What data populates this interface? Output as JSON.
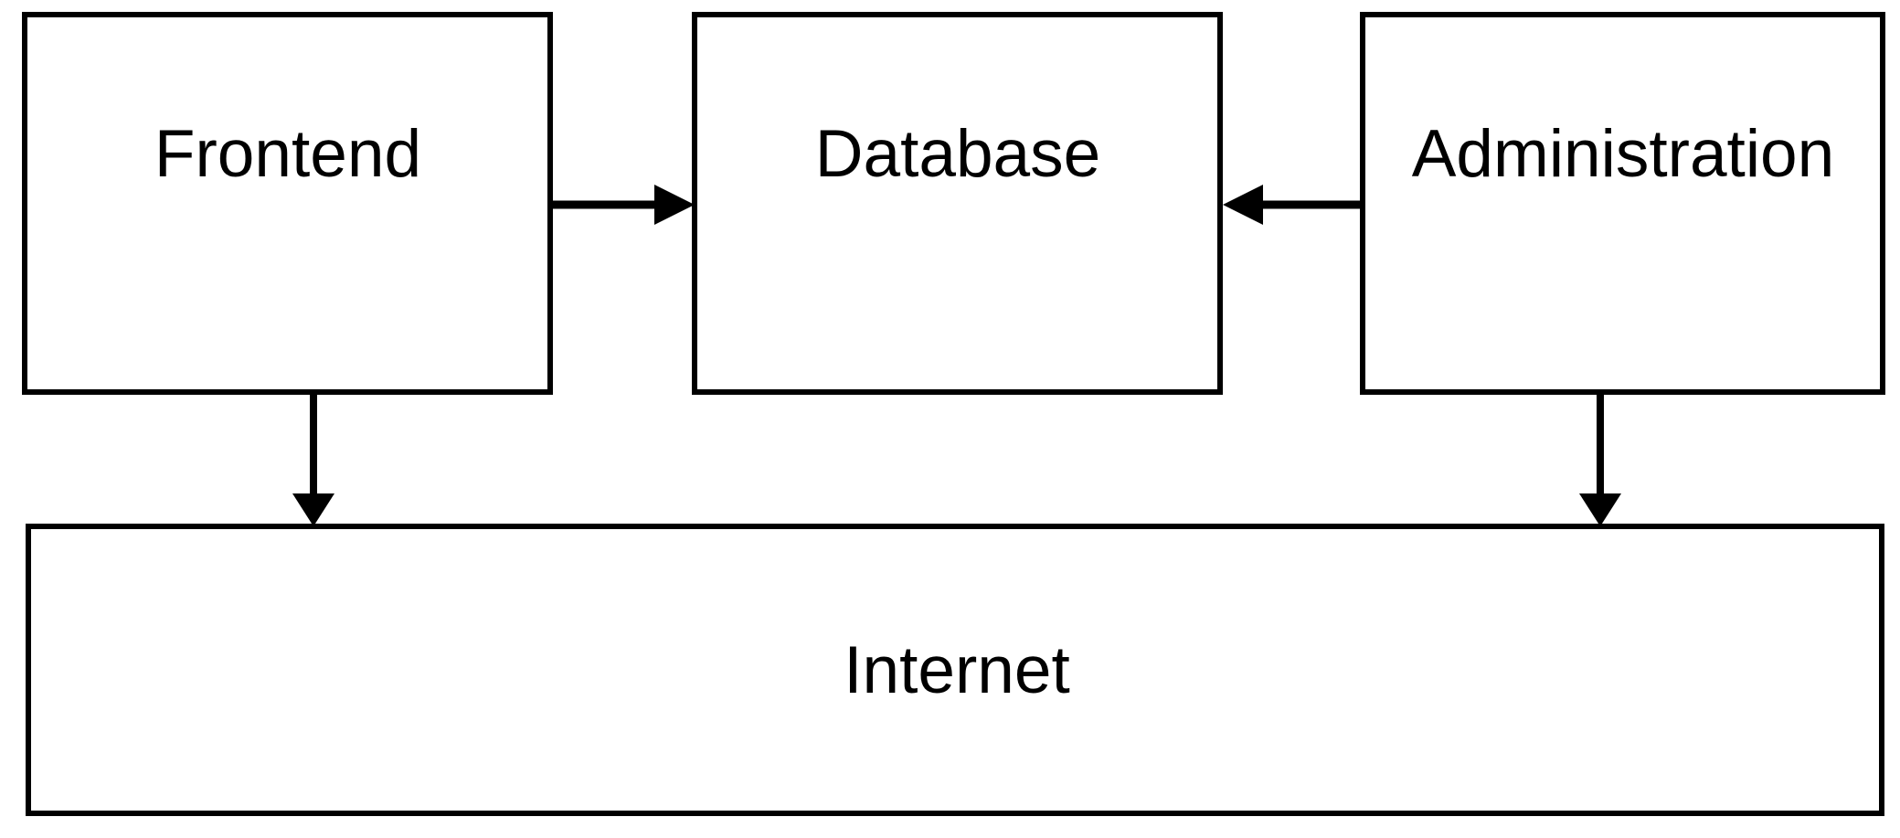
{
  "diagram": {
    "type": "architecture-block-diagram",
    "nodes": [
      {
        "id": "frontend",
        "label": "Frontend"
      },
      {
        "id": "database",
        "label": "Database"
      },
      {
        "id": "administration",
        "label": "Administration"
      },
      {
        "id": "internet",
        "label": "Internet"
      }
    ],
    "edges": [
      {
        "from": "frontend",
        "to": "database",
        "direction": "right"
      },
      {
        "from": "administration",
        "to": "database",
        "direction": "left"
      },
      {
        "from": "frontend",
        "to": "internet",
        "direction": "down"
      },
      {
        "from": "administration",
        "to": "internet",
        "direction": "down"
      }
    ],
    "colors": {
      "background": "#ffffff",
      "node_fill": "#ffffff",
      "stroke": "#000000",
      "text": "#000000"
    }
  }
}
